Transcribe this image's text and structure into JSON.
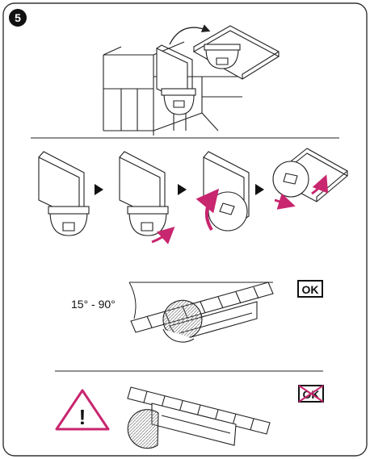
{
  "step": {
    "number": "5"
  },
  "sections": {
    "mount_swap": {
      "description_visible": false
    },
    "rotation_sequence": {
      "arrow_count": 3
    },
    "correct_tilt": {
      "angle_label": "15° - 90°",
      "badge_label": "OK"
    },
    "wrong_tilt": {
      "badge_label": "OK",
      "warning_glyph": "!"
    }
  },
  "colors": {
    "accent_magenta": "#c8266f",
    "line": "#222222",
    "sensor_fill": "#d8d8d8",
    "frame": "#333333"
  },
  "icons": [
    "warning-triangle-icon",
    "ok-badge-icon",
    "ok-crossed-badge-icon",
    "step-arrow-icon",
    "curved-arrow-icon"
  ]
}
